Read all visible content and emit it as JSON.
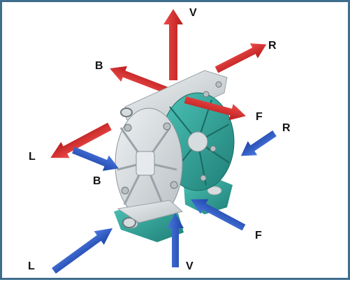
{
  "colors": {
    "frame": "#3f6d8c",
    "red_arrow": "#d42a2a",
    "blue_arrow": "#2b56c4",
    "pump_body": "#d7dcdf",
    "pump_teal": "#2fa59a",
    "label": "#111111"
  },
  "labels": {
    "red_v": "V",
    "red_r": "R",
    "red_b": "B",
    "red_f": "F",
    "red_l": "L",
    "blue_r": "R",
    "blue_b": "B",
    "blue_f": "F",
    "blue_l": "L",
    "blue_v": "V"
  },
  "icons": {
    "pump": "diaphragm-pump-illustration",
    "arrow": "direction-arrow"
  }
}
